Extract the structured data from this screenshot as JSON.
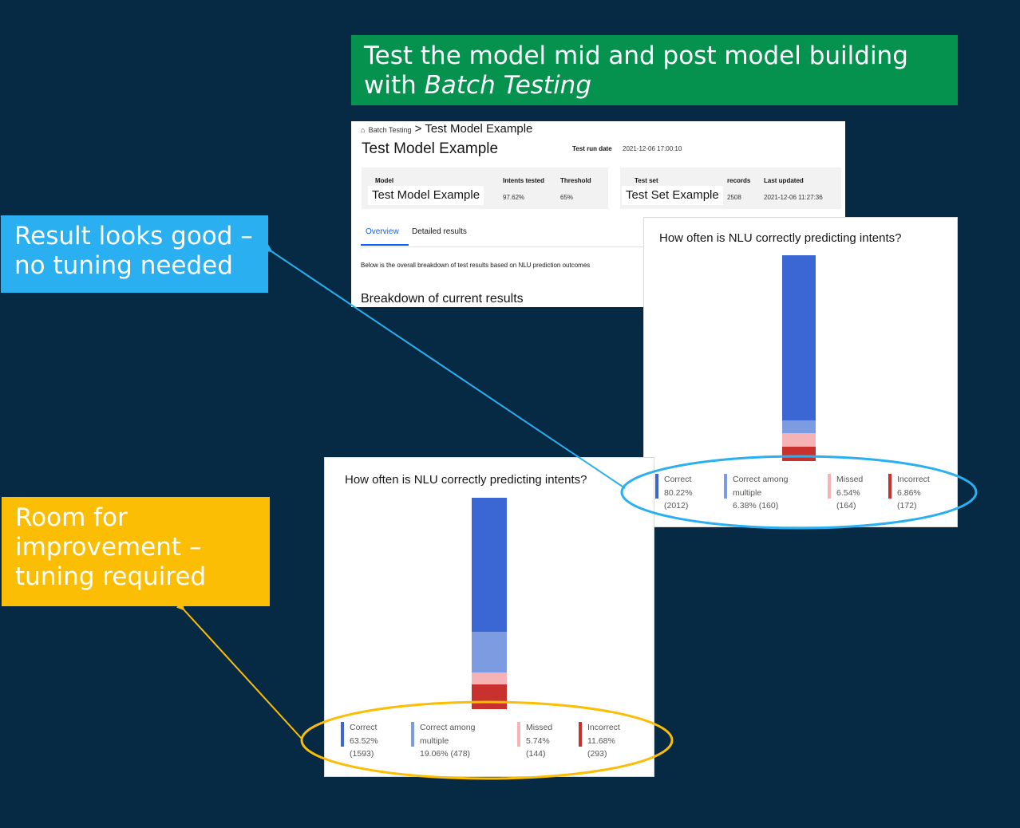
{
  "banner": {
    "line1": "Test the model mid and post model building",
    "line2_prefix": "with ",
    "line2_emph": "Batch Testing",
    "color": "#05924f"
  },
  "callout_good": {
    "line1": "Result looks good –",
    "line2": "no tuning needed",
    "color": "#2ab0f0"
  },
  "callout_improve": {
    "line1": "Room for",
    "line2": "improvement –",
    "line3": "tuning required",
    "color": "#fbbe05"
  },
  "app": {
    "breadcrumb": {
      "root": "Batch Testing",
      "separator": ">",
      "current": "Test Model Example",
      "icon": "home-icon"
    },
    "title": "Test Model Example",
    "test_run_label": "Test run date",
    "test_run_value": "2021-12-06 17:00:10",
    "model_tile": {
      "model_label": "Model",
      "model_value": "Test Model Example",
      "intents_label": "Intents tested",
      "intents_value": "97.62%",
      "threshold_label": "Threshold",
      "threshold_value": "65%"
    },
    "testset_tile": {
      "set_label": "Test set",
      "set_value": "Test Set Example",
      "records_label": "records",
      "records_value": "2508",
      "updated_label": "Last updated",
      "updated_value": "2021-12-06 11:27:36"
    },
    "tabs": [
      {
        "label": "Overview",
        "active": true
      },
      {
        "label": "Detailed results",
        "active": false
      }
    ],
    "description": "Below is the overall breakdown of test results based on NLU prediction outcomes",
    "breakdown_heading": "Breakdown of current results"
  },
  "chart_data": [
    {
      "type": "bar",
      "stacked": true,
      "title": "How often is NLU correctly predicting intents?",
      "categories": [
        "Correct",
        "Correct among multiple",
        "Missed",
        "Incorrect"
      ],
      "values": [
        80.22,
        6.38,
        6.54,
        6.86
      ],
      "counts": [
        2012,
        160,
        164,
        172
      ],
      "value_labels": [
        "80.22%",
        "6.38%",
        "6.54%",
        "6.86%"
      ],
      "count_labels": [
        "(2012)",
        "(160)",
        "(164)",
        "(172)"
      ],
      "colors": [
        "#3a67d3",
        "#7d9be0",
        "#f5b3b5",
        "#c9312f"
      ],
      "legend": [
        "Correct",
        "Correct among",
        "multiple",
        "Missed",
        "Incorrect"
      ]
    },
    {
      "type": "bar",
      "stacked": true,
      "title": "How often is NLU correctly predicting intents?",
      "categories": [
        "Correct",
        "Correct among multiple",
        "Missed",
        "Incorrect"
      ],
      "values": [
        63.52,
        19.06,
        5.74,
        11.68
      ],
      "counts": [
        1593,
        478,
        144,
        293
      ],
      "value_labels": [
        "63.52%",
        "19.06%",
        "5.74%",
        "11.68%"
      ],
      "count_labels": [
        "(1593)",
        "(478)",
        "(144)",
        "(293)"
      ],
      "colors": [
        "#3a67d3",
        "#7d9be0",
        "#f5b3b5",
        "#c9312f"
      ],
      "legend": [
        "Correct",
        "Correct among",
        "multiple",
        "Missed",
        "Incorrect"
      ]
    }
  ]
}
